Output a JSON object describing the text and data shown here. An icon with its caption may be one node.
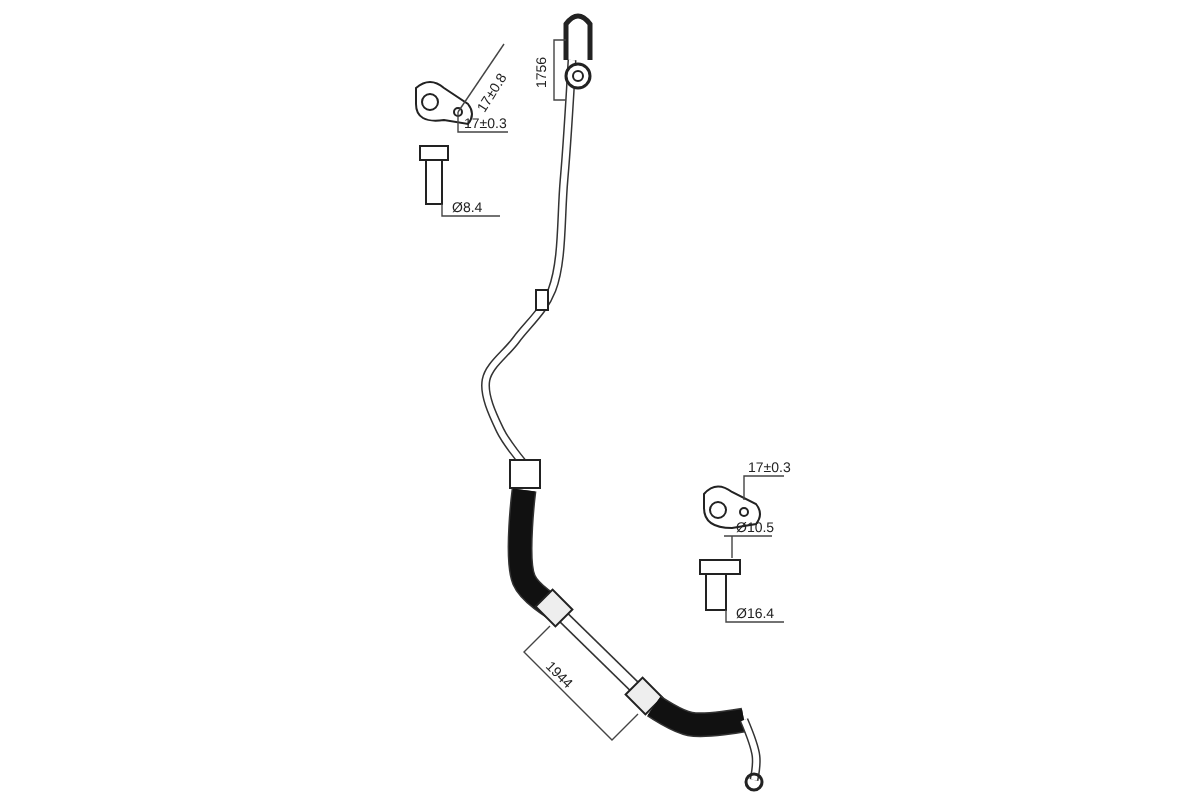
{
  "diagram": {
    "labels": [
      "1756",
      "17±0.8",
      "17±0.3",
      "Ø8.4",
      "17±0.3",
      "Ø10.5",
      "Ø16.4",
      "1944"
    ]
  }
}
